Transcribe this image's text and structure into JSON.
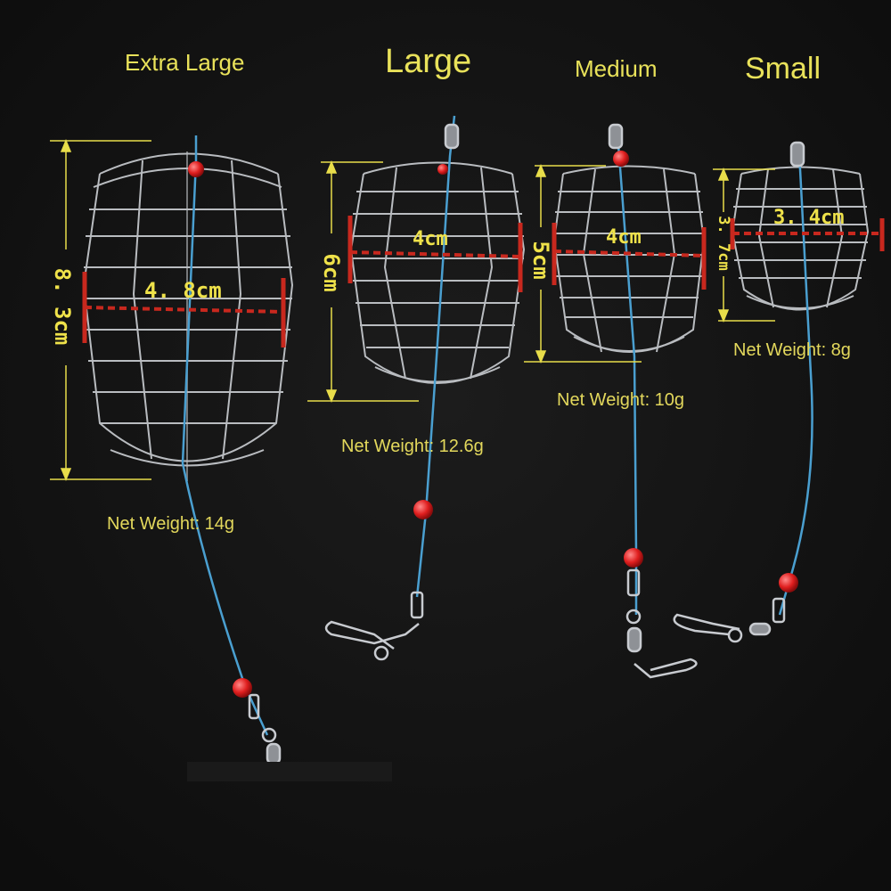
{
  "colors": {
    "background": "#121212",
    "label_text": "#e9e25a",
    "measure_line": "#c8281e",
    "wire_metal": "#b9bcc0",
    "leader_line": "#4a9fd0",
    "bead": "#e01f1f"
  },
  "feeders": [
    {
      "size_label": "Extra Large",
      "height_label": "8. 3cm",
      "width_label": "4. 8cm",
      "weight_label": "Net Weight: 14g"
    },
    {
      "size_label": "Large",
      "height_label": "6cm",
      "width_label": "4cm",
      "weight_label": "Net Weight: 12.6g"
    },
    {
      "size_label": "Medium",
      "height_label": "5cm",
      "width_label": "4cm",
      "weight_label": "Net Weight: 10g"
    },
    {
      "size_label": "Small",
      "height_label": "3. 7cm",
      "width_label": "3. 4cm",
      "weight_label": "Net Weight: 8g"
    }
  ]
}
